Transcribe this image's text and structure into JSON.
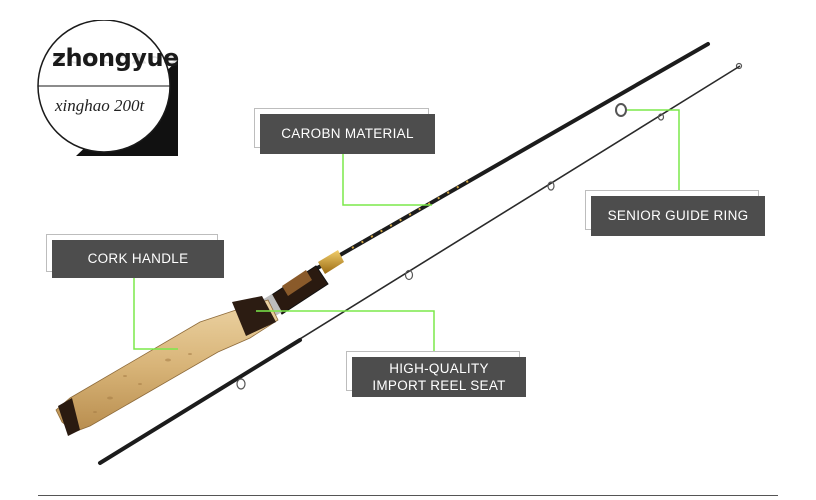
{
  "logo": {
    "brand": "zhongyue",
    "model": "xinghao 200t"
  },
  "labels": {
    "carbon_material": "CAROBN MATERIAL",
    "cork_handle": "CORK HANDLE",
    "senior_guide_ring": "SENIOR GUIDE RING",
    "reel_seat_line1": "HIGH-QUALITY",
    "reel_seat_line2": "IMPORT REEL SEAT"
  },
  "colors": {
    "callout_line": "#7be84a",
    "label_bg": "#4d4d4d",
    "rod_blank": "#1c1c1c",
    "cork": "#d9b77f",
    "gold_trim": "#c9962a"
  }
}
